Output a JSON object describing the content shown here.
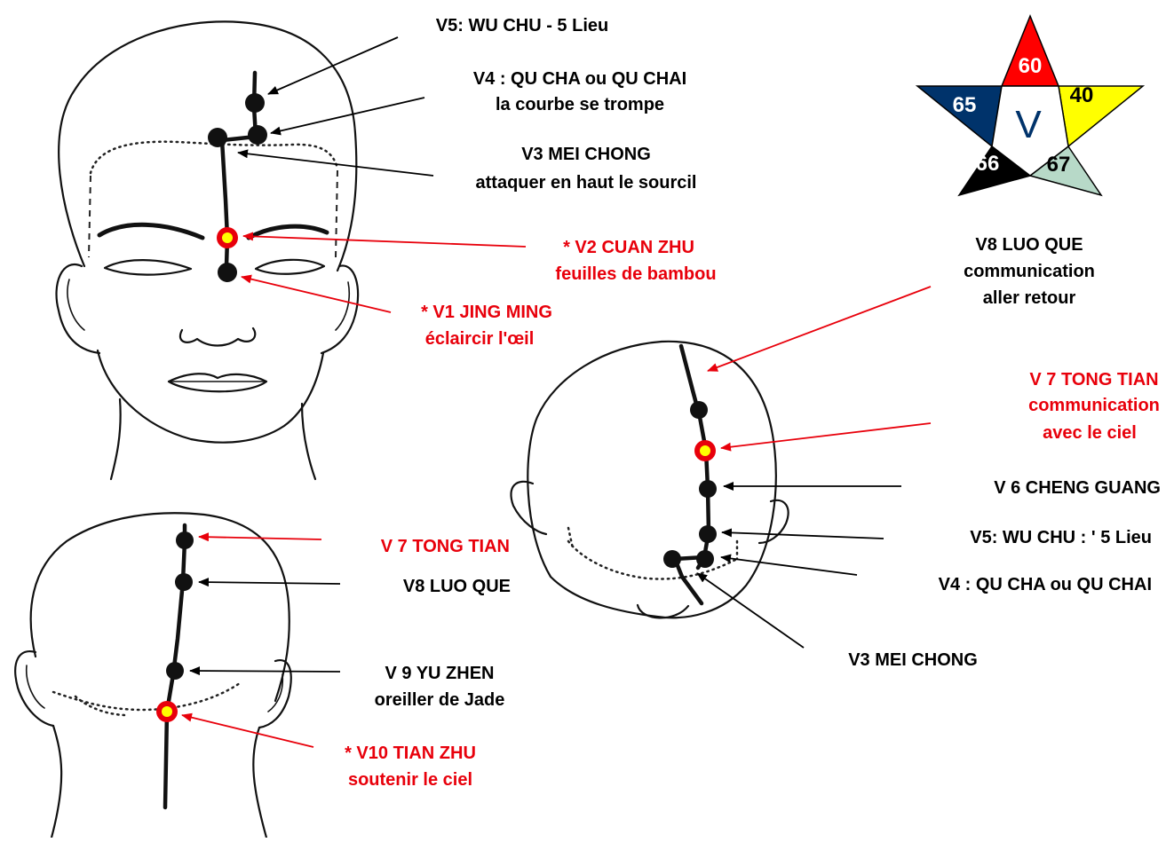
{
  "colors": {
    "label_black": "#000000",
    "label_red": "#e8000b",
    "point_highlight_outer": "#e8000b",
    "point_highlight_inner": "#ffff00",
    "star_fire": "#ff0000",
    "star_earth": "#ffff00",
    "star_metal": "#b7d9c8",
    "star_water": "#000000",
    "star_wood": "#00336b"
  },
  "star": {
    "letter": "V",
    "numbers": {
      "top": "60",
      "left": "65",
      "right": "40",
      "bottom_left": "66",
      "bottom_right": "67"
    }
  },
  "front_view": {
    "v5": "V5:  WU CHU -  5 Lieu",
    "v4_line1": "V4 : QU CHA ou QU CHAI",
    "v4_line2": "la courbe se trompe",
    "v3_line1": "V3 MEI CHONG",
    "v3_line2": "attaquer en haut le sourcil",
    "v2_line1": "* V2 CUAN ZHU",
    "v2_line2": "feuilles de bambou",
    "v1_line1": "* V1 JING MING",
    "v1_line2": "éclaircir l'œil"
  },
  "top_view": {
    "v8_line1": "V8 LUO QUE",
    "v8_line2": "communication",
    "v8_line3": "aller retour",
    "v7_line1": "V 7 TONG TIAN",
    "v7_line2": "communication",
    "v7_line3": "avec le ciel",
    "v6": "V 6 CHENG GUANG",
    "v5": "V5:  WU CHU : ' 5 Lieu",
    "v4": "V4 : QU CHA ou QU CHAI",
    "v3": "V3 MEI CHONG"
  },
  "back_view": {
    "v7": "V 7 TONG TIAN",
    "v8": "V8 LUO QUE",
    "v9_line1": "V 9 YU ZHEN",
    "v9_line2": "oreiller de Jade",
    "v10_line1": "* V10 TIAN ZHU",
    "v10_line2": "soutenir le ciel"
  }
}
